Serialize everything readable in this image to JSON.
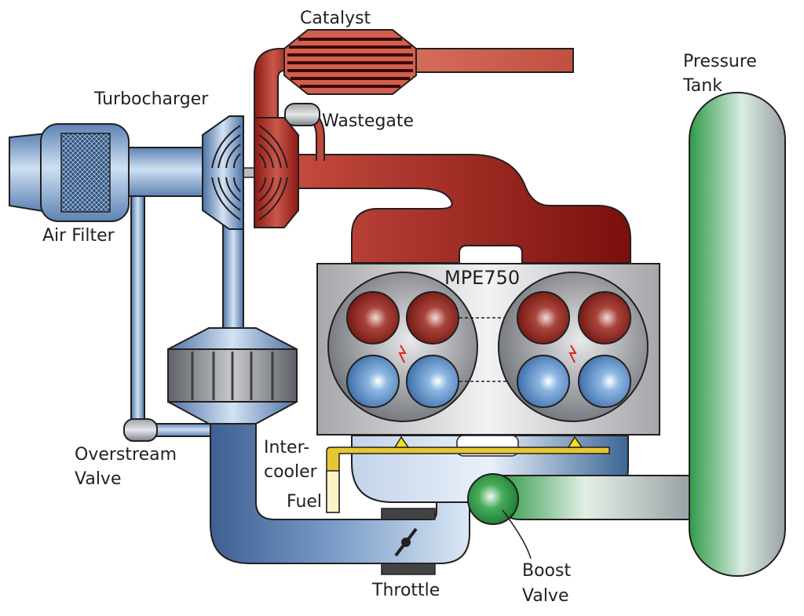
{
  "labels": {
    "catalyst": "Catalyst",
    "pressure_tank_1": "Pressure",
    "pressure_tank_2": "Tank",
    "turbocharger": "Turbocharger",
    "wastegate": "Wastegate",
    "air_filter": "Air Filter",
    "engine": "MPE750",
    "intercooler_1": "Inter-",
    "intercooler_2": "cooler",
    "fuel": "Fuel",
    "overstream_1": "Overstream",
    "overstream_2": "Valve",
    "throttle": "Throttle",
    "boost_1": "Boost",
    "boost_2": "Valve"
  },
  "colors": {
    "exhaust": "#9b1d17",
    "intake": "#8aa9cf",
    "pressure": "#3c9a4a",
    "fuel_line": "#e7c832",
    "engine_block": "#d7d8da"
  }
}
